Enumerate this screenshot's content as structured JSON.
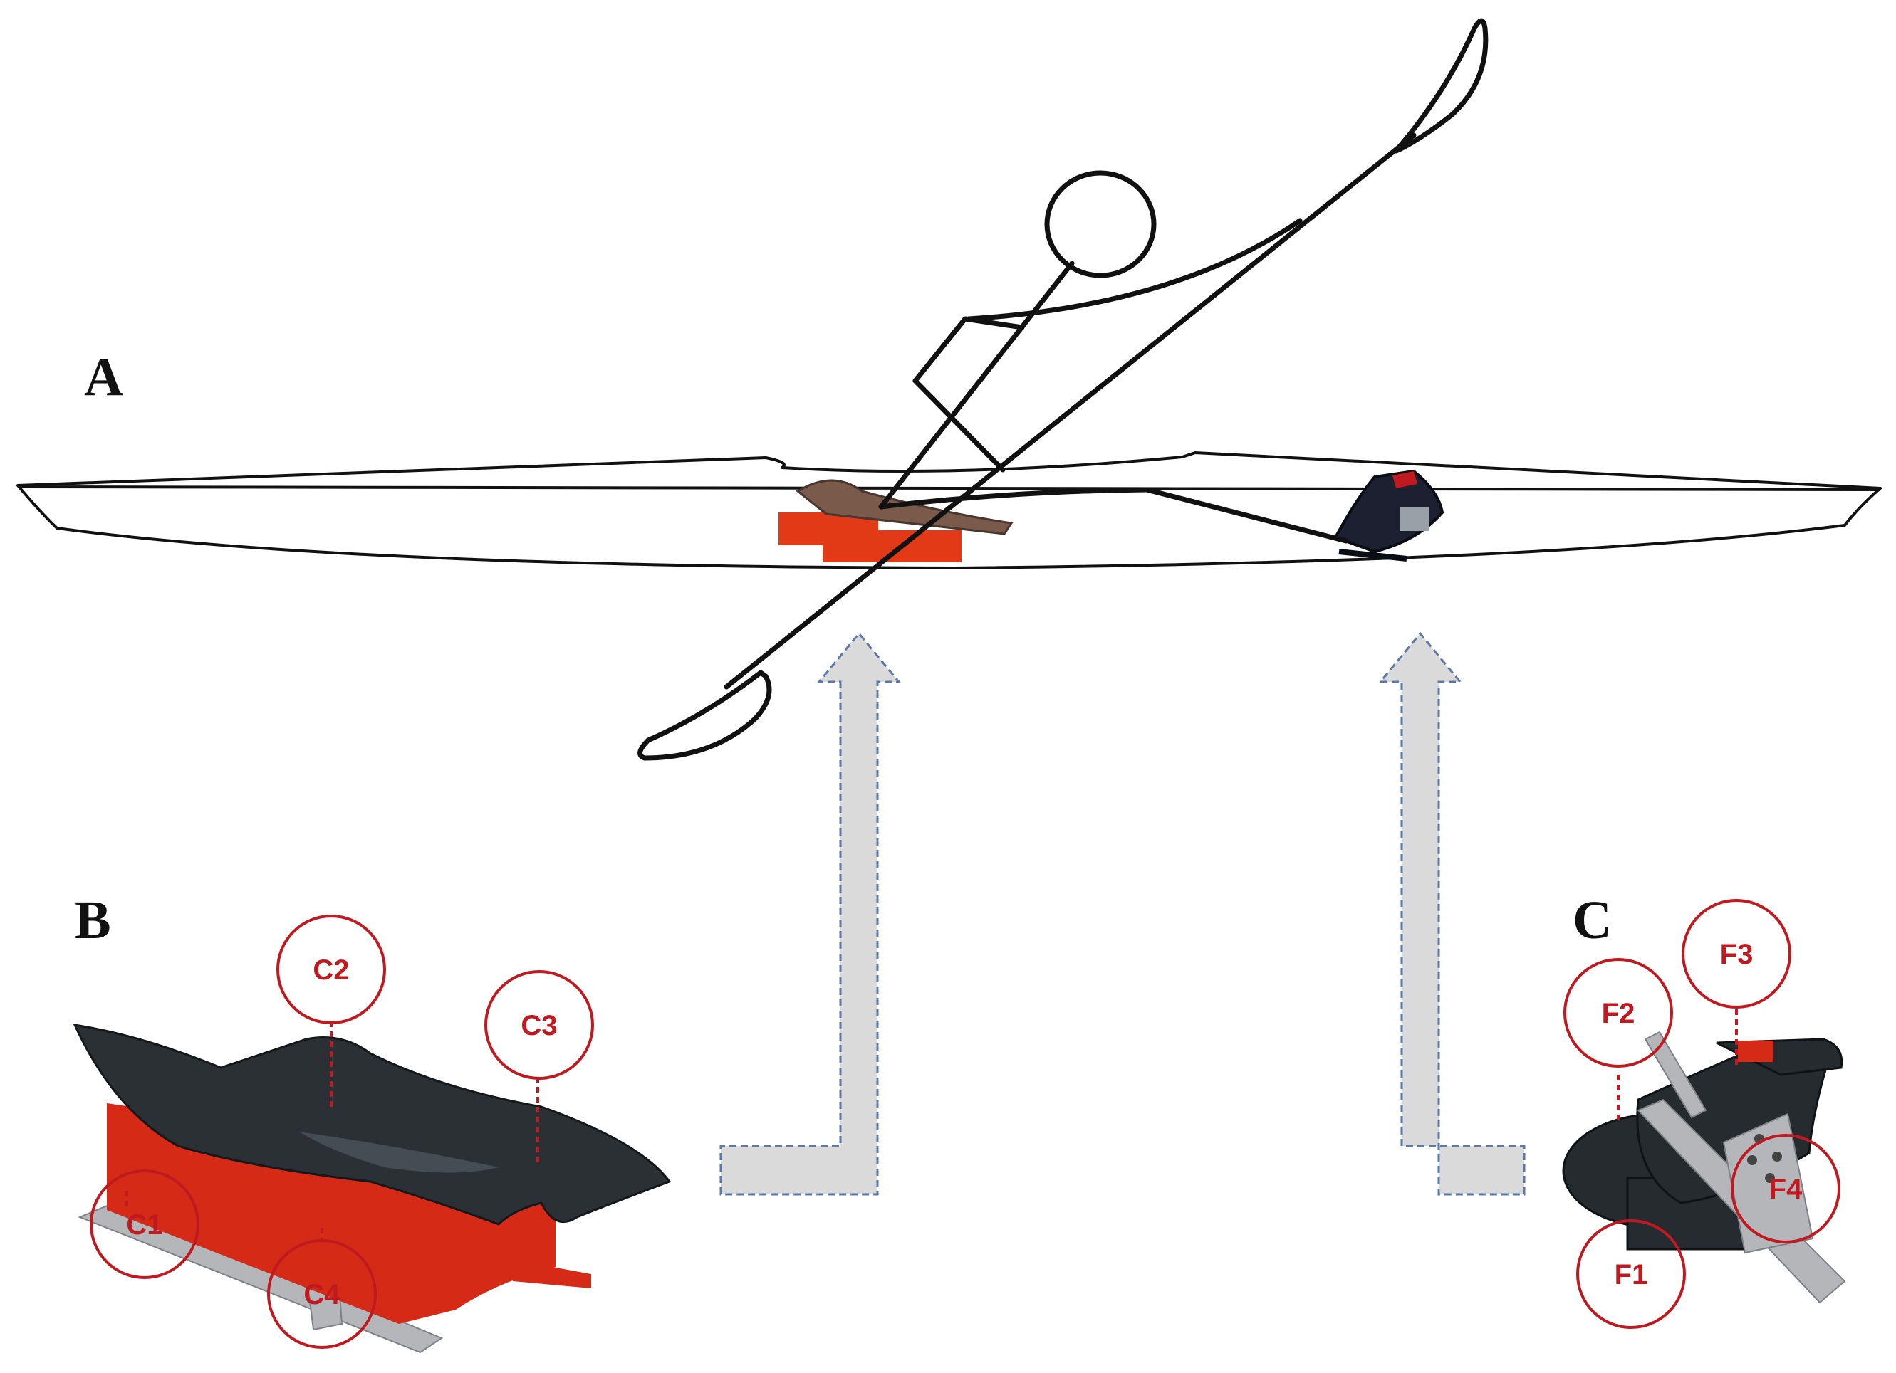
{
  "panels": {
    "a": {
      "letter": "A"
    },
    "b": {
      "letter": "B",
      "sensors": [
        {
          "id": "c1",
          "label": "C1"
        },
        {
          "id": "c2",
          "label": "C2"
        },
        {
          "id": "c3",
          "label": "C3"
        },
        {
          "id": "c4",
          "label": "C4"
        }
      ]
    },
    "c": {
      "letter": "C",
      "sensors": [
        {
          "id": "f1",
          "label": "F1"
        },
        {
          "id": "f2",
          "label": "F2"
        },
        {
          "id": "f3",
          "label": "F3"
        },
        {
          "id": "f4",
          "label": "F4"
        }
      ]
    }
  },
  "colors": {
    "sensor_marker": "#c0191f",
    "seat_frame": "#d42a16",
    "seat_shell": "#2b3034",
    "footrest_body": "#262b30",
    "rail_metal": "#b4b6ba",
    "arrow_fill": "#dadada",
    "arrow_edge": "#5b79a8",
    "line_art": "#111111"
  }
}
